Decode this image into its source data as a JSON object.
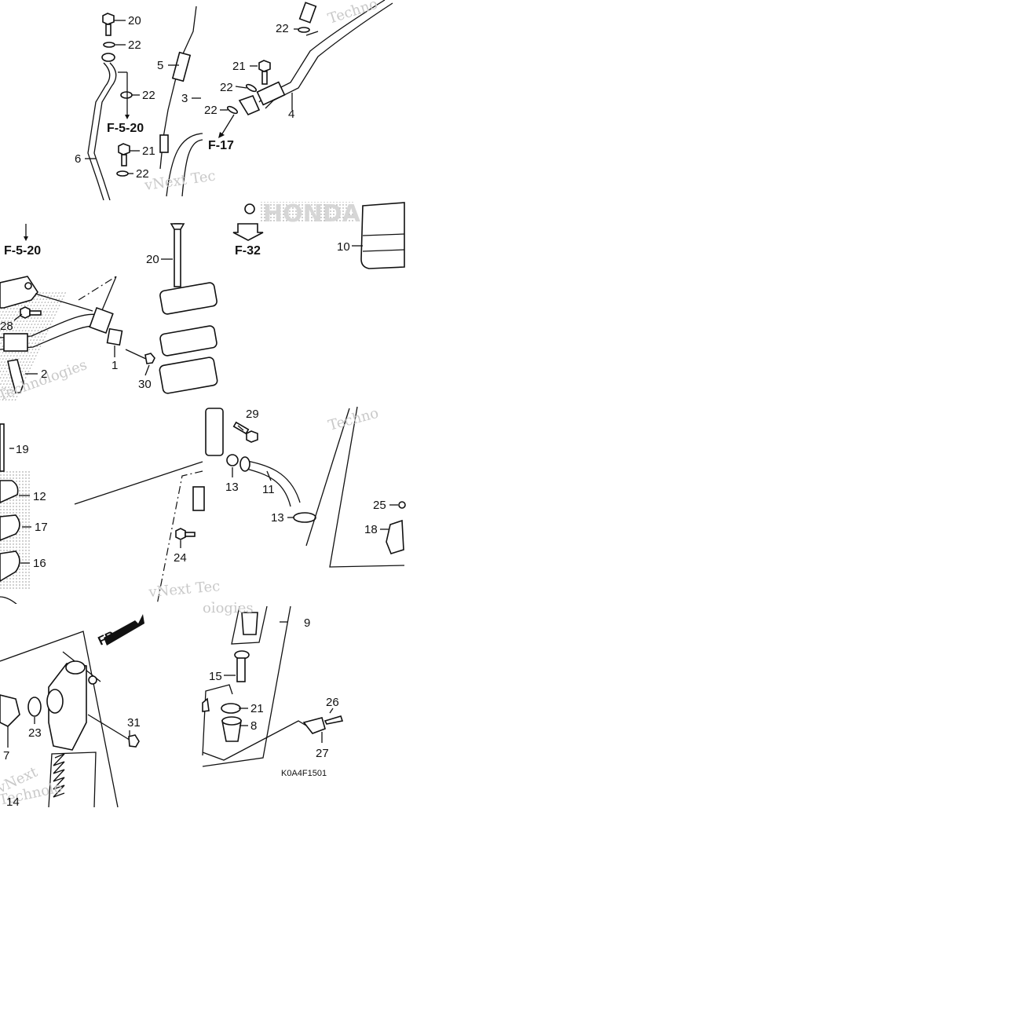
{
  "diagram": {
    "drawing_code": "K0A4F1501",
    "front_label": "FR.",
    "watermarks": [
      "Techno",
      "vNext Tec",
      "vNext",
      "Technologies",
      "Technolo",
      "ologies",
      "HONDA"
    ],
    "section_refs": [
      "F-5-20",
      "F-5-20",
      "F-17",
      "F-32"
    ],
    "part_numbers": [
      "1",
      "2",
      "3",
      "4",
      "5",
      "6",
      "7",
      "8",
      "9",
      "10",
      "11",
      "12",
      "13",
      "13",
      "14",
      "15",
      "16",
      "17",
      "18",
      "19",
      "20",
      "20",
      "21",
      "21",
      "21",
      "22",
      "22",
      "22",
      "22",
      "22",
      "22",
      "23",
      "24",
      "25",
      "26",
      "27",
      "28",
      "29",
      "30",
      "31"
    ]
  }
}
